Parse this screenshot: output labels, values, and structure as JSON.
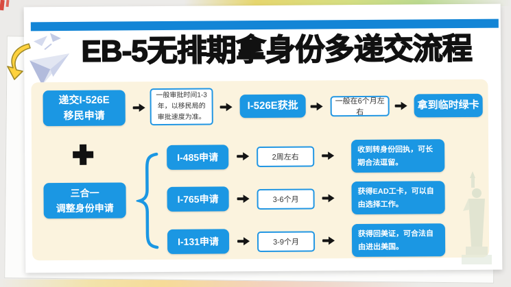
{
  "page": {
    "title": "EB-5无排期拿身份多递交流程"
  },
  "colors": {
    "primary_blue": "#1B97E3",
    "top_bar_blue": "#1385D6",
    "panel_cream": "#FBF3DE",
    "arrow_black": "#141414",
    "accent_yellow": "#FFD23E",
    "title_black": "#111111"
  },
  "icons": {
    "plus_icon": "✚",
    "flow_arrow_icon": "→",
    "brace_icon": "{",
    "paper_plane_icon": "paper-plane",
    "curved_down_arrow_icon": "curved-down-arrow",
    "statue_of_liberty_icon": "statue-of-liberty"
  },
  "row1": {
    "step1_line1": "递交I-526E",
    "step1_line2": "移民申请",
    "note1": "一般审批时间1-3年，以移民局的审批速度为准。",
    "step2": "I-526E获批",
    "note2": "一般在6个月左右",
    "step3": "拿到临时绿卡"
  },
  "section2": {
    "combo_line1": "三合一",
    "combo_line2": "调整身份申请",
    "branches": [
      {
        "app": "I-485申请",
        "time": "2周左右",
        "result": "收到转身份回执，可长期合法逗留。"
      },
      {
        "app": "I-765申请",
        "time": "3-6个月",
        "result": "获得EAD工卡，可以自由选择工作。"
      },
      {
        "app": "I-131申请",
        "time": "3-9个月",
        "result": "获得回美证，可合法自由进出美国。"
      }
    ]
  }
}
